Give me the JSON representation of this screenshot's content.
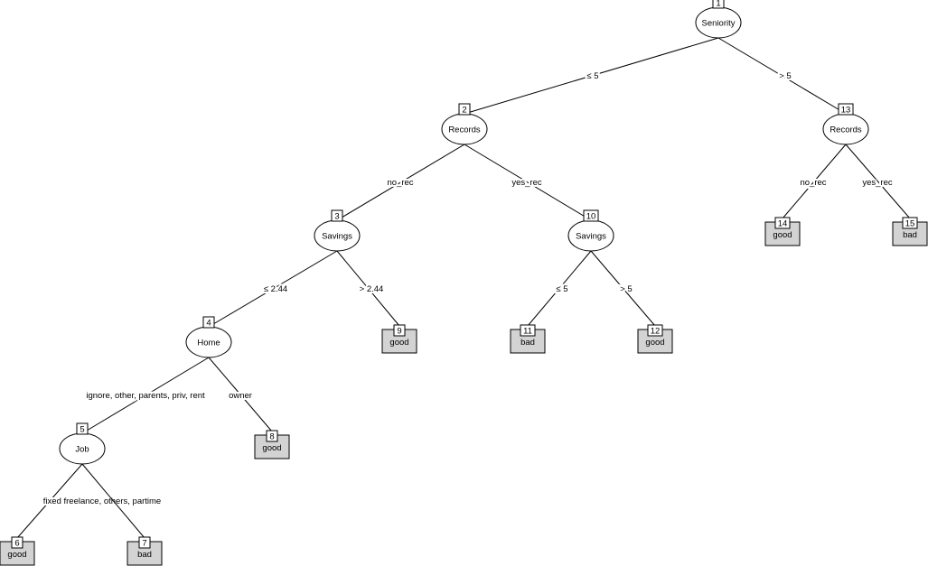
{
  "tree": {
    "inner_nodes": [
      {
        "id": "1",
        "label": "Seniority"
      },
      {
        "id": "2",
        "label": "Records"
      },
      {
        "id": "3",
        "label": "Savings"
      },
      {
        "id": "4",
        "label": "Home"
      },
      {
        "id": "5",
        "label": "Job"
      },
      {
        "id": "10",
        "label": "Savings"
      },
      {
        "id": "13",
        "label": "Records"
      }
    ],
    "leaves": [
      {
        "id": "6",
        "label": "good"
      },
      {
        "id": "7",
        "label": "bad"
      },
      {
        "id": "8",
        "label": "good"
      },
      {
        "id": "9",
        "label": "good"
      },
      {
        "id": "11",
        "label": "bad"
      },
      {
        "id": "12",
        "label": "good"
      },
      {
        "id": "14",
        "label": "good"
      },
      {
        "id": "15",
        "label": "bad"
      }
    ],
    "edges": [
      {
        "from": "1",
        "to": "2",
        "label": "≤ 5"
      },
      {
        "from": "1",
        "to": "13",
        "label": "> 5"
      },
      {
        "from": "2",
        "to": "3",
        "label": "no_rec"
      },
      {
        "from": "2",
        "to": "10",
        "label": "yes_rec"
      },
      {
        "from": "3",
        "to": "4",
        "label": "≤ 2.44"
      },
      {
        "from": "3",
        "to": "9",
        "label": "> 2.44"
      },
      {
        "from": "4",
        "to": "5",
        "label": "ignore, other, parents, priv, rent"
      },
      {
        "from": "4",
        "to": "8",
        "label": "owner"
      },
      {
        "from": "5",
        "to": "6",
        "label": "fixed freelance, others, partime"
      },
      {
        "from": "5",
        "to": "7",
        "label": ""
      },
      {
        "from": "10",
        "to": "11",
        "label": "≤ 5"
      },
      {
        "from": "10",
        "to": "12",
        "label": "> 5"
      },
      {
        "from": "13",
        "to": "14",
        "label": "no_rec"
      },
      {
        "from": "13",
        "to": "15",
        "label": "yes_rec"
      }
    ]
  }
}
